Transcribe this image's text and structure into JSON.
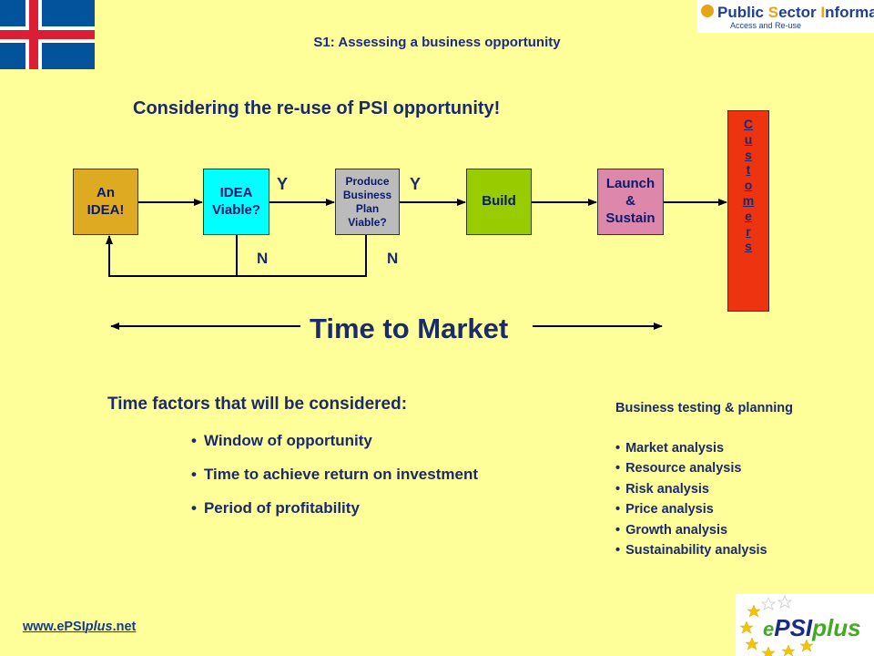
{
  "header": {
    "slide_title": "S1: Assessing a business opportunity",
    "psi_logo": {
      "prefix": "P",
      "word1": "ublic ",
      "s": "S",
      "word2": "ector ",
      "i": "I",
      "word3": "nformation",
      "subtitle": "Access and Re-use"
    }
  },
  "main_title": "Considering the re-use of PSI opportunity!",
  "flow": {
    "boxes": {
      "idea": "An\nIDEA!",
      "viable": "IDEA\nViable?",
      "plan": "Produce\nBusiness\nPlan\nViable?",
      "build": "Build",
      "launch": "Launch\n&\nSustain",
      "customers": "C\nu\ns\nt\no\nm\ne\nr\ns"
    },
    "labels": {
      "y1": "Y",
      "y2": "Y",
      "n1": "N",
      "n2": "N"
    }
  },
  "time_to_market": "Time to Market",
  "factors": {
    "title": "Time factors that will be considered:",
    "items": [
      "Window of opportunity",
      "Time to achieve return on investment",
      "Period of profitability"
    ]
  },
  "business_testing": {
    "title": "Business testing & planning",
    "items": [
      "Market analysis",
      "Resource analysis",
      "Risk analysis",
      "Price analysis",
      "Growth analysis",
      "Sustainability analysis"
    ]
  },
  "footer": {
    "link_prefix": "www.ePSI",
    "link_italic": "plus",
    "link_suffix": ".net",
    "epsi_logo": {
      "e": "e",
      "psi": "PSI",
      "plus": "plus"
    }
  },
  "colors": {
    "background": "#FFFF99",
    "idea": "#DDAA22",
    "viable": "#00FFFF",
    "plan": "#BBBBBB",
    "build": "#99CC00",
    "launch": "#DD88AA",
    "customers": "#EE3311",
    "text": "#1a2a6c"
  }
}
